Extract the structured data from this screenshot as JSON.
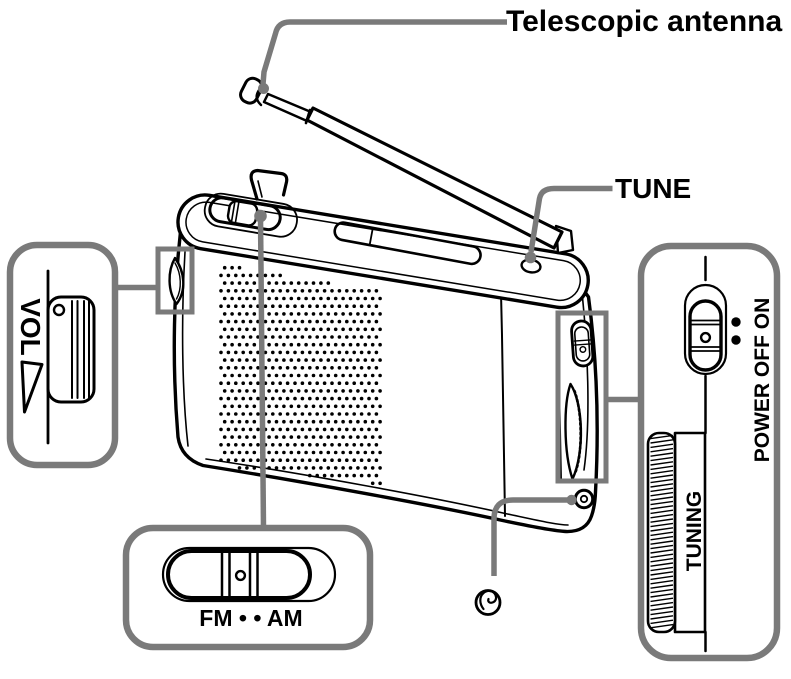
{
  "colors": {
    "callout_gray": "#7a7a7a",
    "line_black": "#000000",
    "background": "#ffffff"
  },
  "labels": {
    "telescopic_antenna": "Telescopic antenna",
    "tune": "TUNE"
  },
  "callouts": {
    "volume": {
      "label": "VOL"
    },
    "band_switch": {
      "label": "FM • • AM"
    },
    "power_switch": {
      "label": "POWER OFF ON"
    },
    "tuning_knob": {
      "label": "TUNING"
    }
  },
  "icons": {
    "headphone_jack": "ear-in-circle-icon"
  }
}
